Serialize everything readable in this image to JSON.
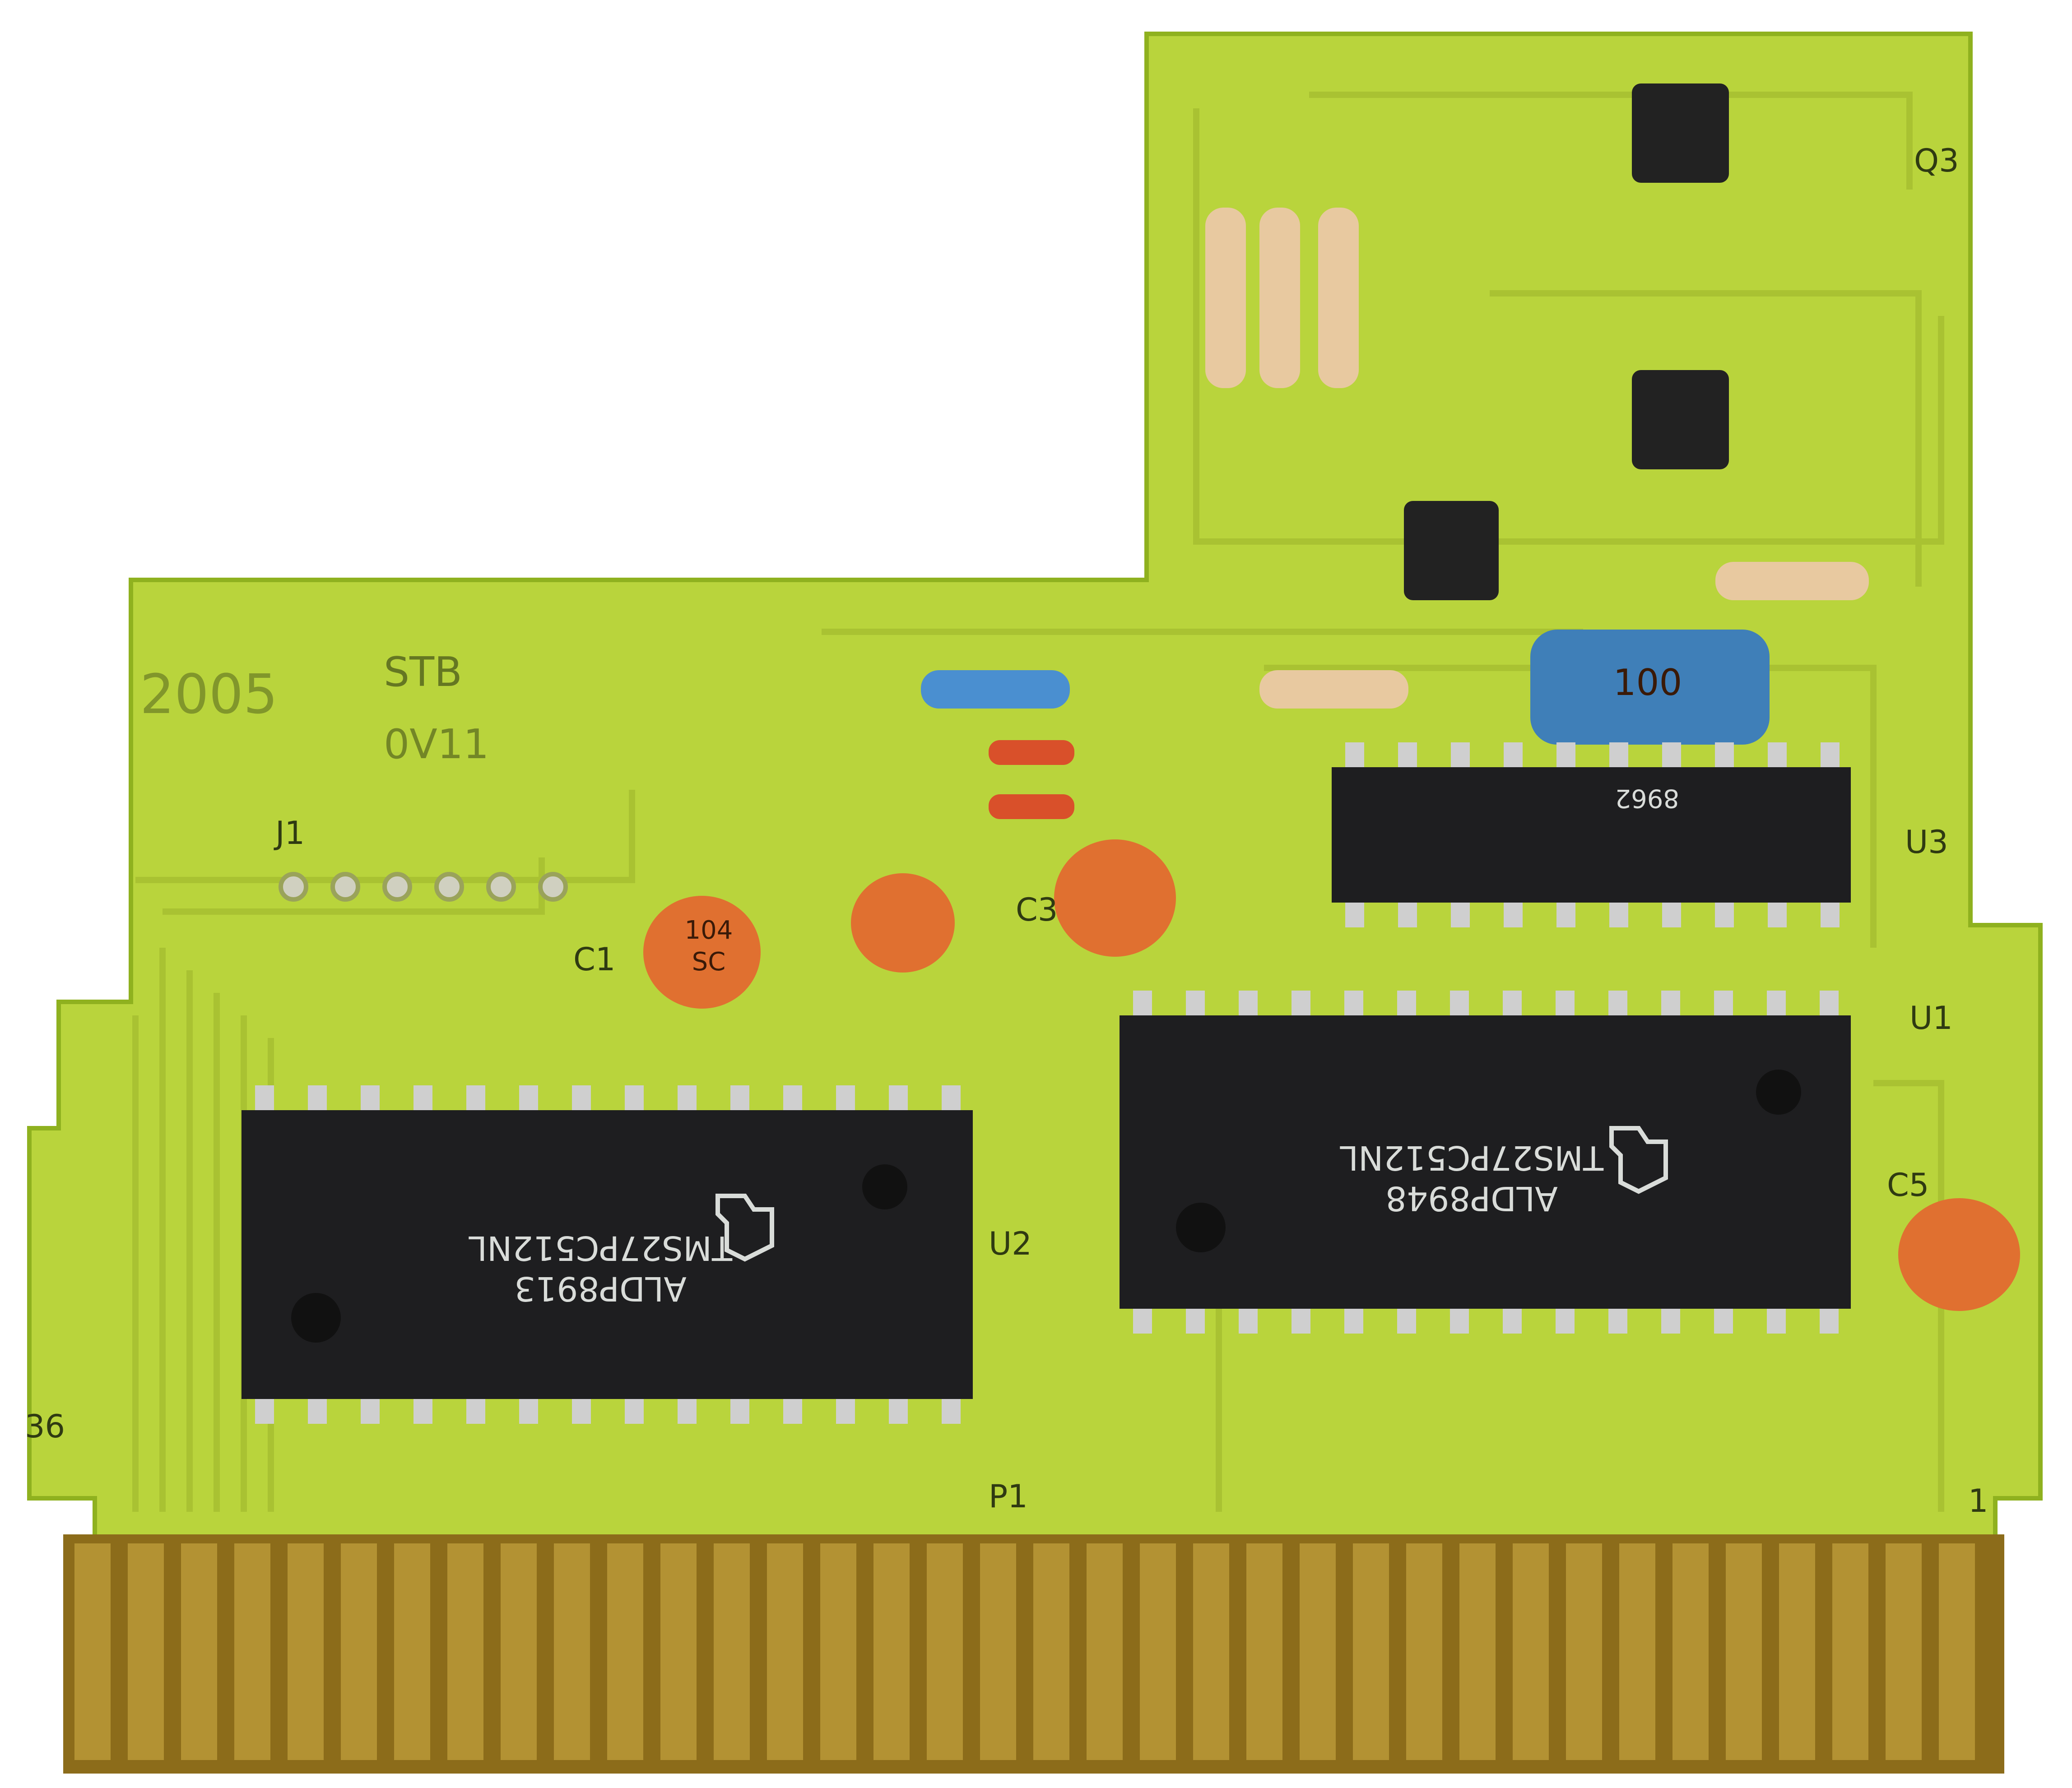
{
  "colors": {
    "pcb": "#b9d43c",
    "pcb_dark": "#8fb11f",
    "trace": "#a9c232",
    "gold": "#8c6c1a",
    "gold_light": "#b39233",
    "chip": "#1e1e20",
    "pin": "#cfcfcf",
    "ceramic_cap": "#e07030",
    "electrolytic": "#3f7fb8",
    "transistor": "#222222",
    "resistor_body": "#e8c9a0"
  },
  "silkscreen": {
    "j1": "J1",
    "c1": "C1",
    "c3": "C3",
    "c5": "C5",
    "u1": "U1",
    "u2": "U2",
    "u3": "U3",
    "p1": "P1",
    "pin36": "36",
    "pin1": "1",
    "q3": "Q3",
    "stb": "STB",
    "year": "2005",
    "ov": "0V11"
  },
  "chips": {
    "u2": {
      "part": "TMS27PC512NL",
      "code": "ALDP8913",
      "logo": "ti-logo-icon"
    },
    "u1": {
      "part": "TMS27PC512NL",
      "code": "ALDP8948",
      "logo": "ti-logo-icon"
    },
    "u3": {
      "code": "8962"
    }
  },
  "capacitors": {
    "c1_marking": "104\nSC",
    "electrolytic_marking": "100"
  }
}
